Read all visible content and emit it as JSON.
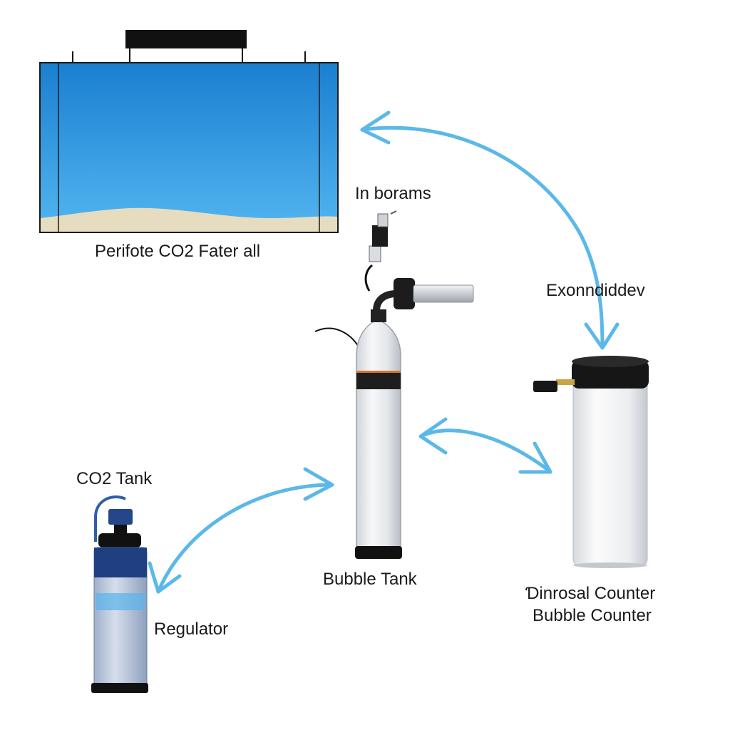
{
  "labels": {
    "aquarium": "Perifote CO2 Fater all",
    "top_middle": "In borams",
    "right_top": "Exonndiddev",
    "co2_tank": "CO2 Tank",
    "regulator": "Regulator",
    "bubble_tank": "Bubble Tank",
    "counter_line1": "Ɗinrosal Counter",
    "counter_line2": "Bubble Counter"
  },
  "colors": {
    "water_top": "#1e88d6",
    "water_bottom": "#4fb3ef",
    "sand": "#e6dcc0",
    "arrow": "#5bb8e8",
    "cylinder_body": "#e9ebee",
    "cap": "#1a1a1a",
    "regulator_blue": "#2f5fa8"
  },
  "icons": {
    "aquarium": "aquarium-icon",
    "diffuser": "diffuser-icon",
    "bubble_tank": "gas-cylinder-icon",
    "counter": "bubble-counter-icon",
    "regulator": "regulator-icon"
  }
}
